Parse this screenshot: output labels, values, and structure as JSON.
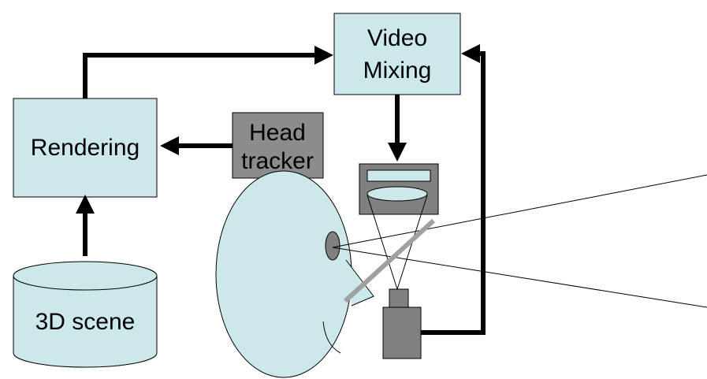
{
  "diagram": {
    "video_mixing": {
      "line1": "Video",
      "line2": "Mixing"
    },
    "rendering": {
      "label": "Rendering"
    },
    "head_tracker": {
      "line1": "Head",
      "line2": "tracker"
    },
    "scene": {
      "label": "3D scene"
    }
  },
  "colors": {
    "box_fill": "#cce8ea",
    "tracker_fill": "#8c8c8c",
    "camera_fill": "#808080",
    "combiner": "#a0a0a0",
    "arrow": "#000000"
  }
}
